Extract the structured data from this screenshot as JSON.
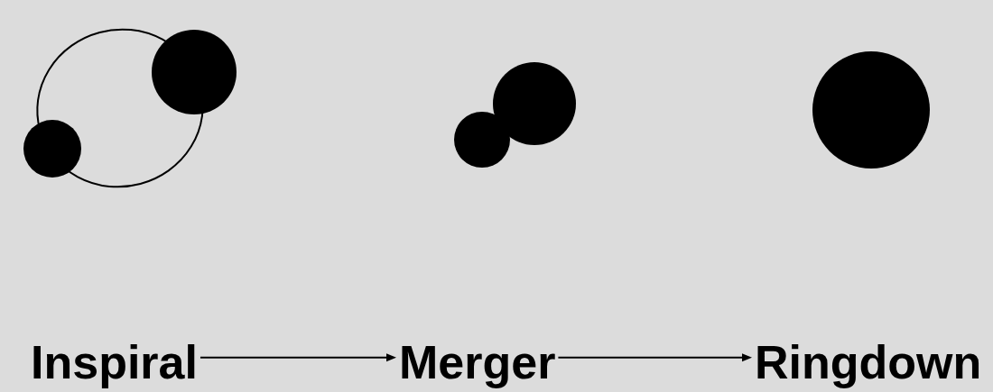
{
  "diagram": {
    "nodes": [
      {
        "text": [
          "Inspiral"
        ]
      },
      {
        "text": [
          "Merger"
        ]
      },
      {
        "text": [
          "Ringdown"
        ]
      }
    ],
    "edges": [
      {
        "from": 0,
        "to": 1,
        "arrow": "to"
      },
      {
        "from": 1,
        "to": 2,
        "arrow": "to"
      }
    ]
  }
}
